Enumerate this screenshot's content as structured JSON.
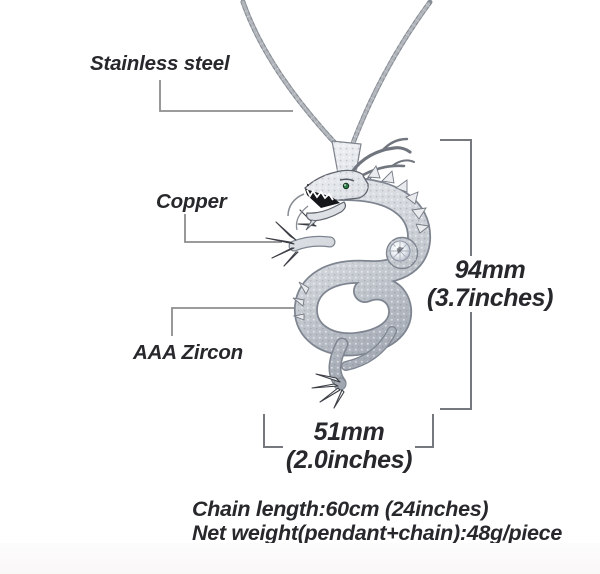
{
  "annotations": {
    "stainless_steel": "Stainless steel",
    "copper": "Copper",
    "aaa_zircon": "AAA Zircon"
  },
  "dimensions": {
    "height": {
      "value": "94mm",
      "inches": "(3.7inches)"
    },
    "width": {
      "value": "51mm",
      "inches": "(2.0inches)"
    }
  },
  "specs": {
    "chain_length": "Chain length:60cm (24inches)",
    "net_weight": "Net weight(pendant+chain):48g/piece"
  },
  "icons": {
    "pendant": "dragon-pendant",
    "chain": "rope-chain",
    "gem": "round-zircon-gem"
  },
  "colors": {
    "background": "#ffffff",
    "text": "#26282c",
    "leader_line": "#8d8d8d",
    "dimension_line": "#75797e",
    "silver_light": "#eef0f3",
    "silver_dark": "#8e939d",
    "eye_green": "#2e7d46"
  }
}
